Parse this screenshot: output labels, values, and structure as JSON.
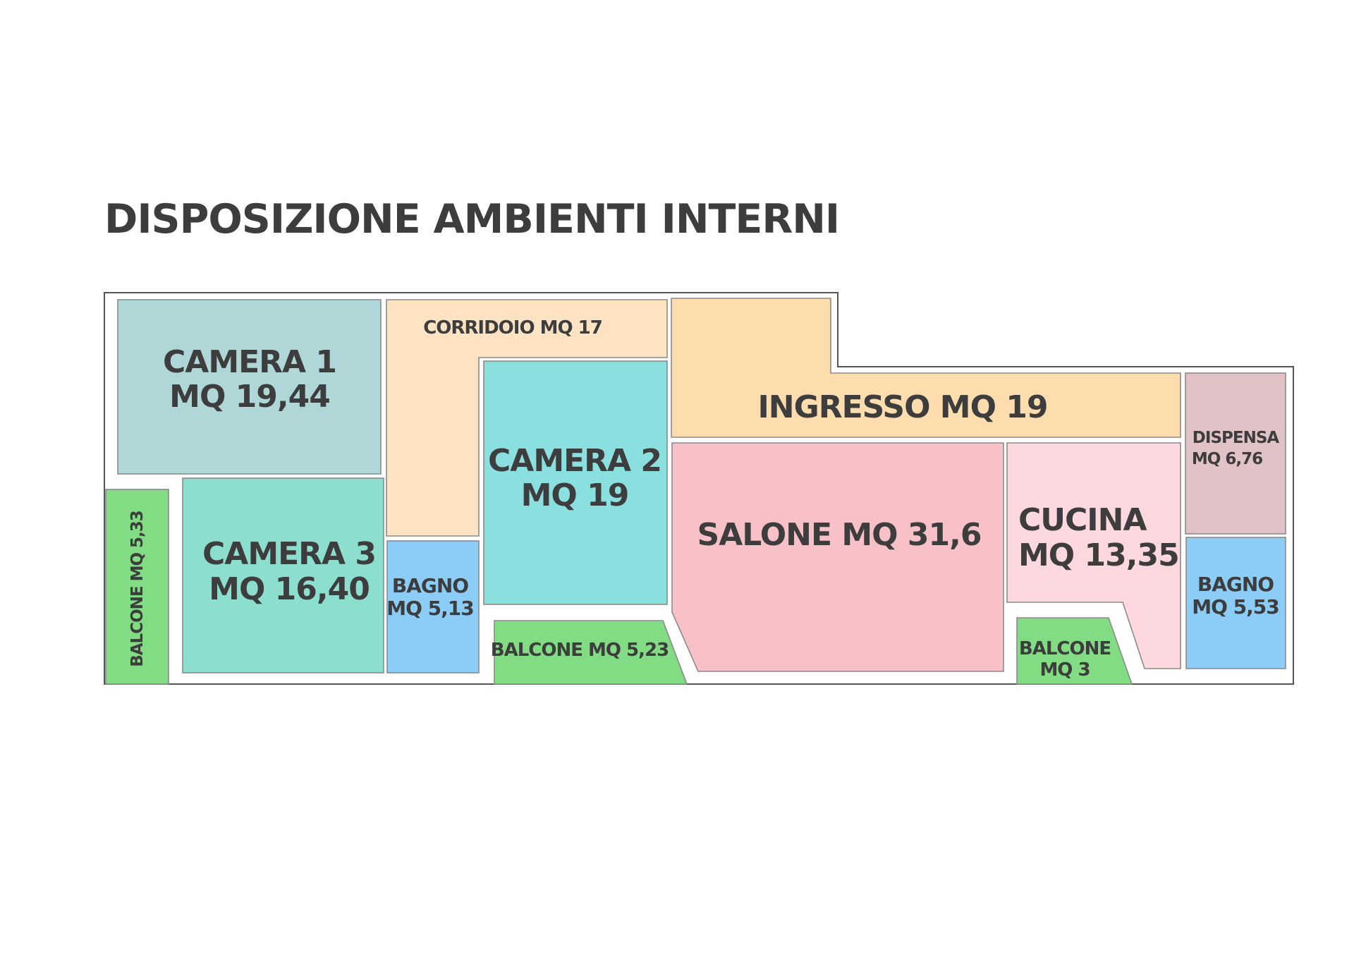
{
  "title": "DISPOSIZIONE AMBIENTI INTERNI",
  "colors": {
    "camera_1": "#b0d7d7",
    "camera_2": "#8adfdf",
    "camera_3": "#8cdfcf",
    "corridoio": "#fde3c2",
    "ingresso": "#fddcae",
    "salone": "#f8c1c8",
    "cucina": "#fdd8de",
    "dispensa": "#e1c2c6",
    "bagno": "#8ccdf7",
    "balcone": "#81dc83",
    "text": "#3d3d3d"
  },
  "rooms": {
    "camera_1": {
      "line1": "CAMERA 1",
      "line2": "MQ 19,44"
    },
    "camera_2": {
      "line1": "CAMERA 2",
      "line2": "MQ 19"
    },
    "camera_3": {
      "line1": "CAMERA 3",
      "line2": "MQ 16,40"
    },
    "corridoio": {
      "label": "CORRIDOIO MQ 17"
    },
    "ingresso": {
      "label": "INGRESSO MQ 19"
    },
    "salone": {
      "label": "SALONE MQ 31,6"
    },
    "cucina": {
      "line1": "CUCINA",
      "line2": "MQ 13,35"
    },
    "dispensa": {
      "line1": "DISPENSA",
      "line2": "MQ 6,76"
    },
    "bagno_1": {
      "line1": "BAGNO",
      "line2": "MQ 5,13"
    },
    "bagno_2": {
      "line1": "BAGNO",
      "line2": "MQ 5,53"
    },
    "balcone_1": {
      "label": "BALCONE MQ 5,33"
    },
    "balcone_2": {
      "label": "BALCONE MQ 5,23"
    },
    "balcone_3": {
      "line1": "BALCONE",
      "line2": "MQ 3"
    }
  }
}
